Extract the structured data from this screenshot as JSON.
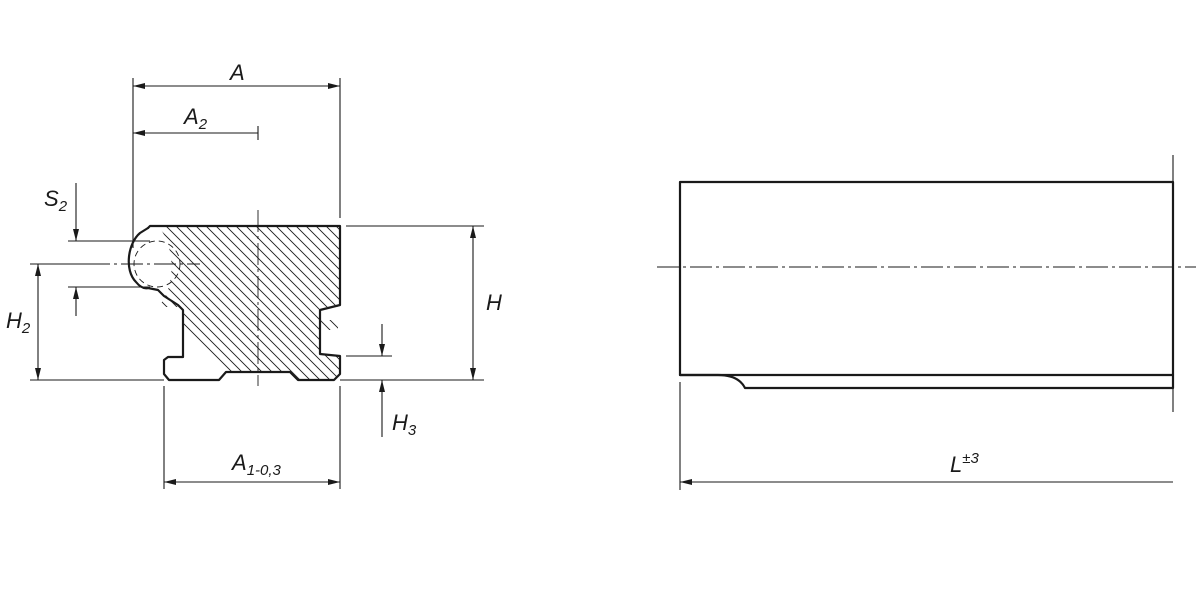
{
  "labels": {
    "A": {
      "main": "A",
      "sub": ""
    },
    "A2": {
      "main": "A",
      "sub": "2"
    },
    "S2": {
      "main": "S",
      "sub": "2"
    },
    "H": {
      "main": "H",
      "sub": ""
    },
    "H2": {
      "main": "H",
      "sub": "2"
    },
    "H3": {
      "main": "H",
      "sub": "3"
    },
    "A1": {
      "main": "A",
      "sub": "1-0,3"
    },
    "L": {
      "main": "L",
      "sub": "±3"
    }
  }
}
